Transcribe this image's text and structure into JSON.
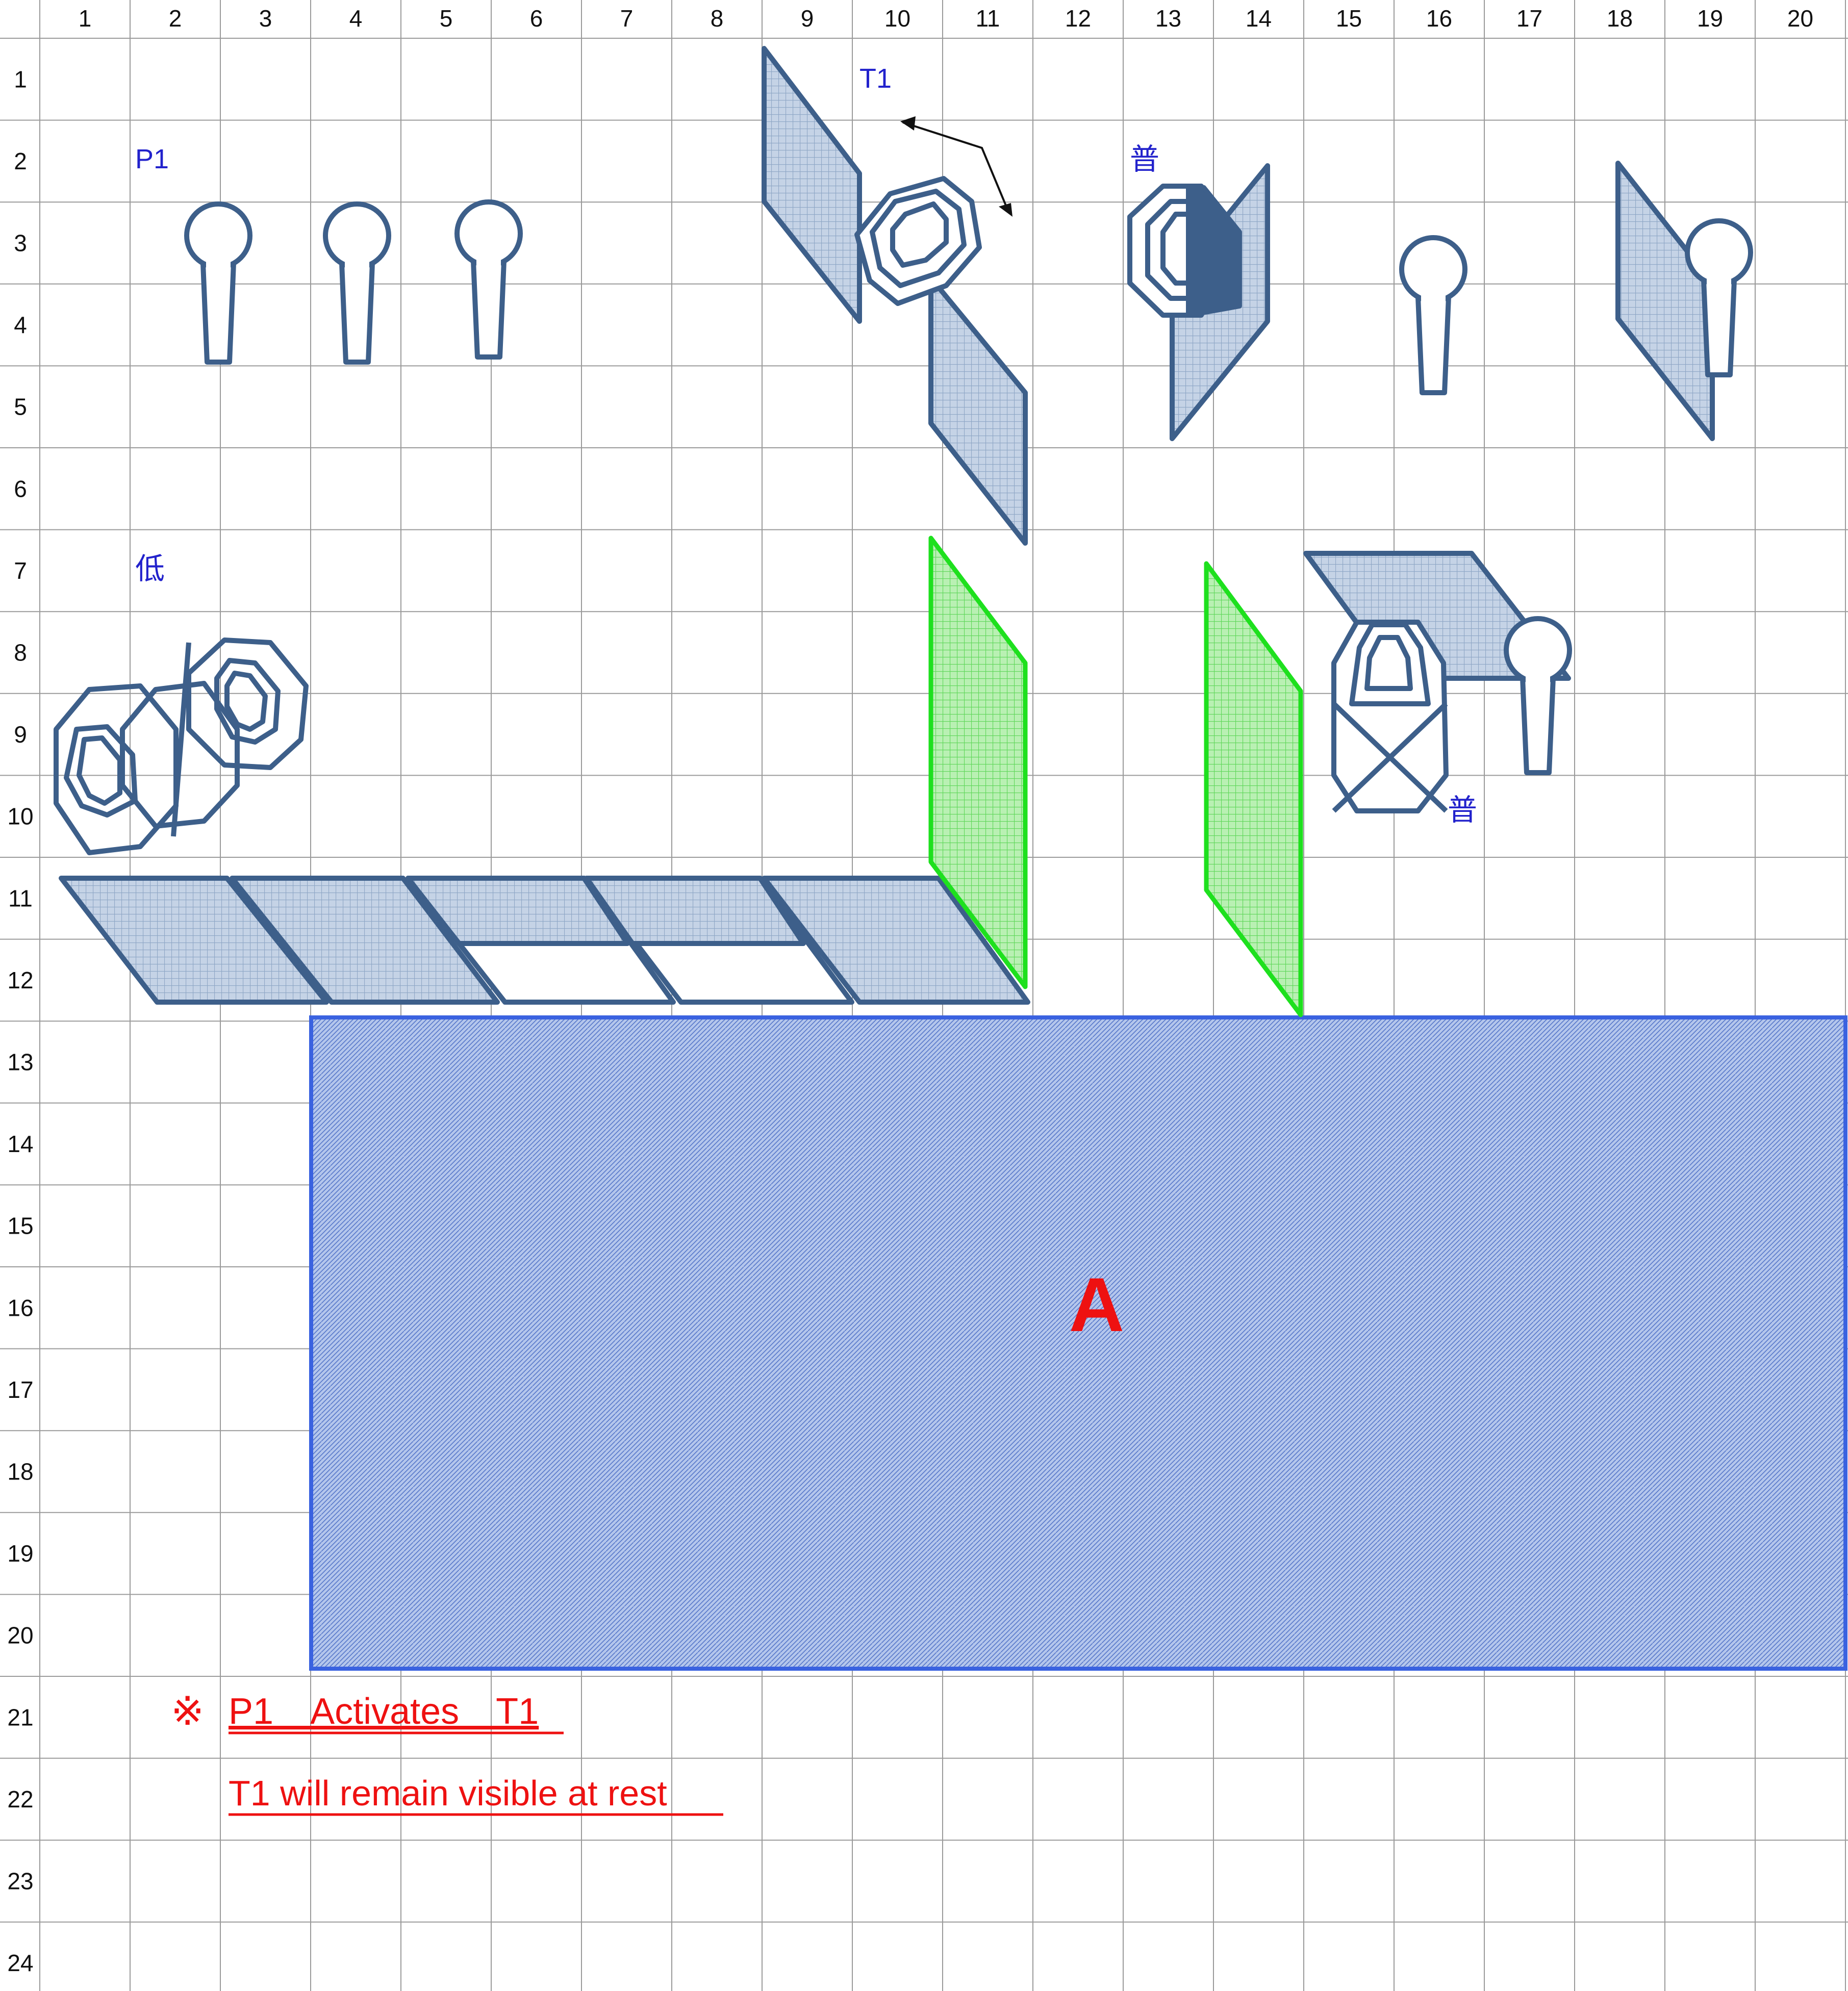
{
  "grid": {
    "columns": [
      "1",
      "2",
      "3",
      "4",
      "5",
      "6",
      "7",
      "8",
      "9",
      "10",
      "11",
      "12",
      "13",
      "14",
      "15",
      "16",
      "17",
      "18",
      "19",
      "20"
    ],
    "rows": [
      "1",
      "2",
      "3",
      "4",
      "5",
      "6",
      "7",
      "8",
      "9",
      "10",
      "11",
      "12",
      "13",
      "14",
      "15",
      "16",
      "17",
      "18",
      "19",
      "20",
      "21",
      "22",
      "23",
      "24"
    ]
  },
  "labels": {
    "p1": "P1",
    "t1": "T1",
    "normal_top": "普",
    "normal_mid": "普",
    "low": "低",
    "area_a": "A"
  },
  "notes": {
    "mark": "※",
    "line1": "P1　Activates　T1",
    "line2": "T1 will remain visible at rest"
  },
  "colors": {
    "outline": "#3d5f8a",
    "panel_fill": "#b6c6dd",
    "green": "#1ee01e",
    "green_fill": "#b5efb0",
    "area_border": "#3a62e0",
    "area_fill": "#aabfe8",
    "label_blue": "#2222cc",
    "note_red": "#ee1111",
    "grid_line": "#9a9a9a"
  }
}
